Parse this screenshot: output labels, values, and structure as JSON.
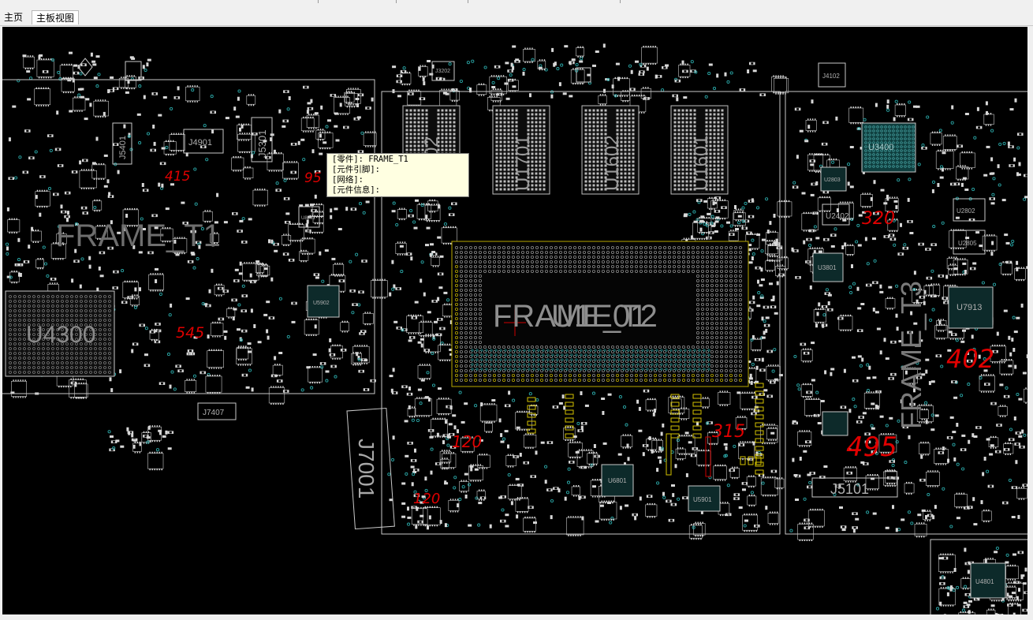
{
  "tabs": [
    {
      "label": "主页",
      "active": false
    },
    {
      "label": "主板视图",
      "active": true
    }
  ],
  "tooltip": {
    "part_line": "[零件]: FRAME_T1",
    "pin_line": "[元件引脚]:",
    "net_line": "[网络]:",
    "info_line": "[元件信息]:"
  },
  "frames": {
    "left": "FRAME_T1",
    "center": "FRAME_T2",
    "right": "FRAME_T3"
  },
  "components": {
    "center_cpu": "U1E01",
    "u4300": "U4300",
    "u1701": "U1701",
    "u1602": "U1602",
    "u1601": "U1601",
    "u1702": "U1702",
    "j4901": "J4901",
    "j5301": "J5301",
    "j5401": "J5401",
    "j7001": "J7001",
    "j7407": "J7407",
    "j3202": "J3202",
    "j4102": "J4102",
    "j5101": "J5101",
    "u3400": "U3400",
    "u2402": "U2402",
    "u3801": "U3801",
    "u7913": "U7913",
    "u2802": "U2802",
    "u2805": "U2805",
    "u6801": "U6801",
    "u5901": "U5901",
    "u4801": "U4801",
    "u5902": "U5902",
    "u2803": "U2803",
    "u8001": "U8001"
  },
  "annotations": {
    "a415": "415",
    "a95": "95",
    "a545": "545",
    "a120a": "120",
    "a120b": "120",
    "a315": "315",
    "a320": "320",
    "a402": "402",
    "a495": "495"
  },
  "colors": {
    "board_background": "#000000",
    "outline": "#c8c8c8",
    "pad": "#d8d8d8",
    "via": "#2aa6a6",
    "yellow_pad": "#d4c200",
    "annotation_red": "#e00000",
    "tooltip_bg": "#ffffe1"
  }
}
